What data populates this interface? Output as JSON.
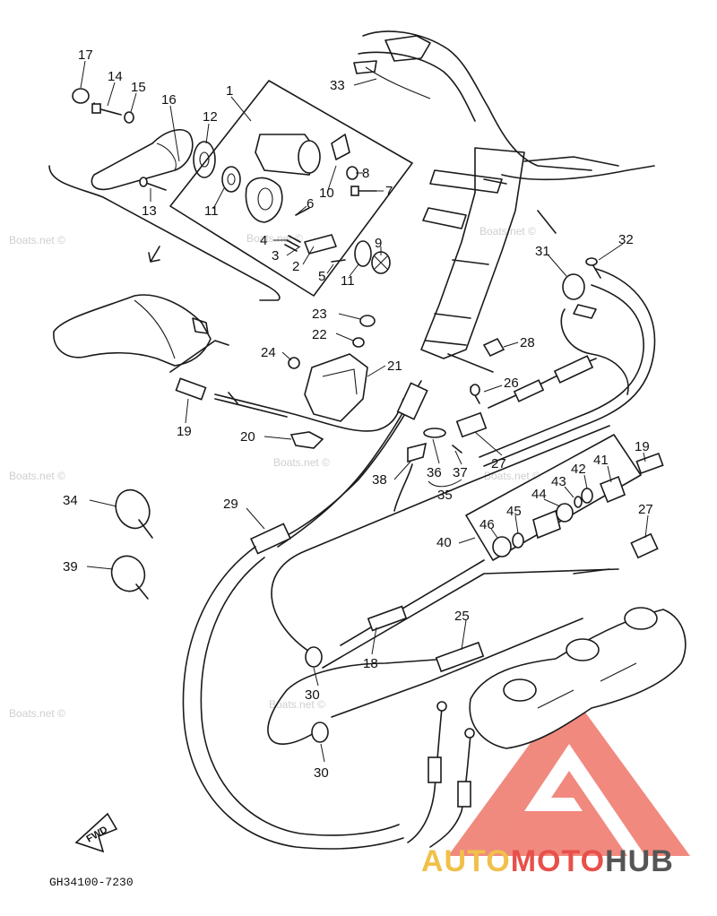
{
  "callouts": [
    {
      "id": "17",
      "label": "17"
    },
    {
      "id": "14",
      "label": "14"
    },
    {
      "id": "15",
      "label": "15"
    },
    {
      "id": "16",
      "label": "16"
    },
    {
      "id": "12",
      "label": "12"
    },
    {
      "id": "1",
      "label": "1"
    },
    {
      "id": "13",
      "label": "13"
    },
    {
      "id": "11a",
      "label": "11"
    },
    {
      "id": "8",
      "label": "8"
    },
    {
      "id": "10",
      "label": "10"
    },
    {
      "id": "7",
      "label": "7"
    },
    {
      "id": "6",
      "label": "6"
    },
    {
      "id": "4",
      "label": "4"
    },
    {
      "id": "3",
      "label": "3"
    },
    {
      "id": "2",
      "label": "2"
    },
    {
      "id": "9",
      "label": "9"
    },
    {
      "id": "5",
      "label": "5"
    },
    {
      "id": "11b",
      "label": "11"
    },
    {
      "id": "33",
      "label": "33"
    },
    {
      "id": "31",
      "label": "31"
    },
    {
      "id": "32",
      "label": "32"
    },
    {
      "id": "23",
      "label": "23"
    },
    {
      "id": "22",
      "label": "22"
    },
    {
      "id": "24",
      "label": "24"
    },
    {
      "id": "21",
      "label": "21"
    },
    {
      "id": "28",
      "label": "28"
    },
    {
      "id": "26",
      "label": "26"
    },
    {
      "id": "19a",
      "label": "19"
    },
    {
      "id": "20",
      "label": "20"
    },
    {
      "id": "27a",
      "label": "27"
    },
    {
      "id": "38",
      "label": "38"
    },
    {
      "id": "36",
      "label": "36"
    },
    {
      "id": "37",
      "label": "37"
    },
    {
      "id": "35",
      "label": "35"
    },
    {
      "id": "19b",
      "label": "19"
    },
    {
      "id": "41",
      "label": "41"
    },
    {
      "id": "42",
      "label": "42"
    },
    {
      "id": "43",
      "label": "43"
    },
    {
      "id": "44",
      "label": "44"
    },
    {
      "id": "34",
      "label": "34"
    },
    {
      "id": "29",
      "label": "29"
    },
    {
      "id": "46",
      "label": "46"
    },
    {
      "id": "45",
      "label": "45"
    },
    {
      "id": "40",
      "label": "40"
    },
    {
      "id": "27b",
      "label": "27"
    },
    {
      "id": "39",
      "label": "39"
    },
    {
      "id": "25",
      "label": "25"
    },
    {
      "id": "18",
      "label": "18"
    },
    {
      "id": "30a",
      "label": "30"
    },
    {
      "id": "30b",
      "label": "30"
    }
  ],
  "footer": {
    "drawing_code": "GH34100-7230",
    "fwd_label": "FWD"
  },
  "watermarks": [
    "Boats.net ©",
    "Boats.net ©",
    "Boats.net ©",
    "Boats.net ©",
    "Boats.net ©",
    "Boats.net ©",
    "Boats.net ©",
    "Boats.net ©"
  ],
  "logo": {
    "part1": "AUTO",
    "part2": "MOTO",
    "part3": "HUB",
    "colors": {
      "auto": "#f0c04a",
      "moto": "#e8504a",
      "hub": "#555555"
    }
  }
}
